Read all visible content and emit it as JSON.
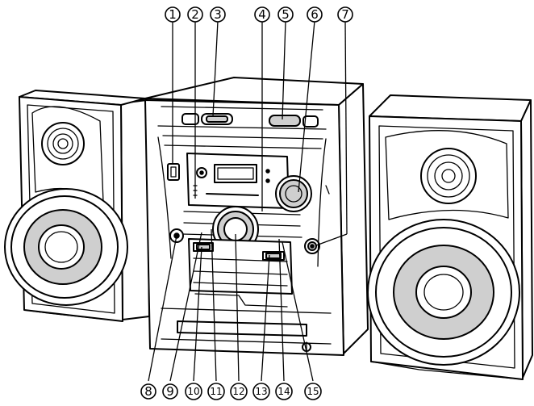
{
  "callouts": {
    "top": [
      "1",
      "2",
      "3",
      "4",
      "5",
      "6",
      "7"
    ],
    "bottom": [
      "8",
      "9",
      "10",
      "11",
      "12",
      "13",
      "14",
      "15"
    ]
  }
}
